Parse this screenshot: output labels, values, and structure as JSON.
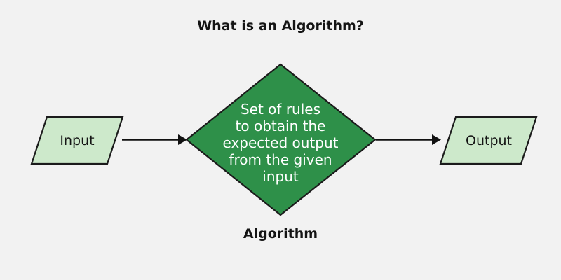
{
  "page": {
    "title": "What is an Algorithm?",
    "background_color": "#f2f2f2"
  },
  "colors": {
    "process_fill": "#2e9049",
    "io_fill": "#cde9cb",
    "stroke": "#1b1b1b",
    "text_dark": "#141414",
    "text_light": "#ffffff",
    "connector": "#111111"
  },
  "diagram": {
    "type": "flowchart",
    "nodes": [
      {
        "id": "input",
        "shape": "parallelogram",
        "label": "Input",
        "fill": "#cde9cb"
      },
      {
        "id": "algorithm",
        "shape": "diamond",
        "fill": "#2e9049",
        "caption": "Algorithm",
        "lines": [
          "Set of rules",
          "to obtain the",
          "expected output",
          "from the given",
          "input"
        ]
      },
      {
        "id": "output",
        "shape": "parallelogram",
        "label": "Output",
        "fill": "#cde9cb"
      }
    ],
    "edges": [
      {
        "id": "input-to-algorithm",
        "from": "input",
        "to": "algorithm",
        "arrow": "right"
      },
      {
        "id": "algorithm-to-output",
        "from": "algorithm",
        "to": "output",
        "arrow": "right"
      }
    ]
  }
}
